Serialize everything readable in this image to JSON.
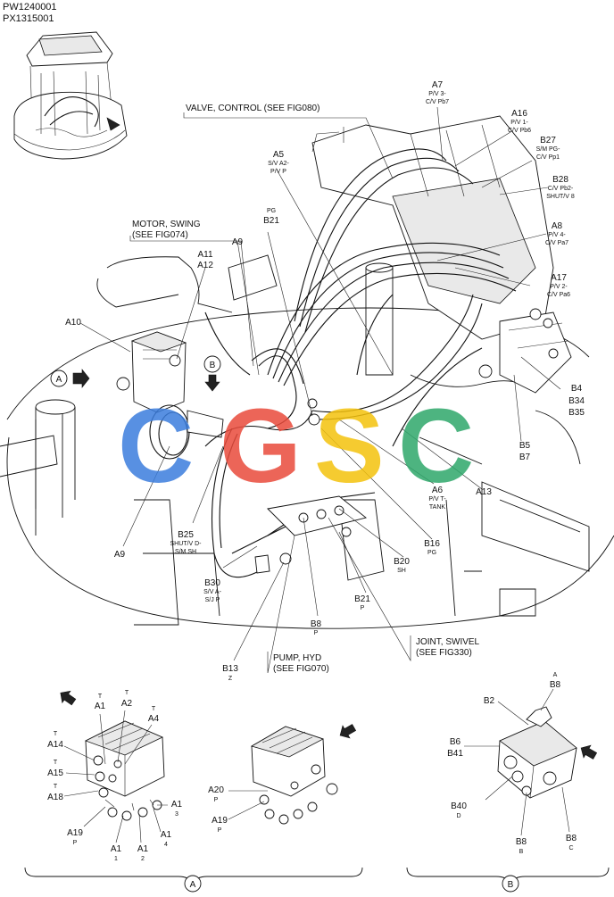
{
  "header": {
    "codes": [
      "PW1240001",
      "PX1315001"
    ]
  },
  "watermark": {
    "letters": [
      "C",
      "G",
      "S",
      "C"
    ],
    "colors": [
      "#3b7ddd",
      "#e94b3c",
      "#f4c20d",
      "#2ea86b"
    ]
  },
  "callouts": {
    "valve_control": "VALVE, CONTROL (SEE FIG080)",
    "motor_swing": [
      "MOTOR, SWING",
      "(SEE FIG074)"
    ],
    "joint_swivel": [
      "JOINT, SWIVEL",
      "(SEE FIG330)"
    ],
    "pump_hyd": [
      "PUMP, HYD",
      "(SEE FIG070)"
    ]
  },
  "labels": {
    "A7": "A7",
    "A7_sub": [
      "P/V 3-",
      "C/V Pb7"
    ],
    "A16": "A16",
    "A16_sub": [
      "P/V 1-",
      "C/V Pb6"
    ],
    "B27": "B27",
    "B27_sub": [
      "S/M PG-",
      "C/V Pp1"
    ],
    "B28": "B28",
    "B28_sub": [
      "C/V Pb2-",
      "SHUT/V 8"
    ],
    "A8": "A8",
    "A8_sub": [
      "P/V 4-",
      "C/V Pa7"
    ],
    "A17": "A17",
    "A17_sub": [
      "P/V 2-",
      "C/V Pa6"
    ],
    "A5": "A5",
    "A5_sub": [
      "S/V A2-",
      "P/V P"
    ],
    "B21_top_sub": "PG",
    "B21_top": "B21",
    "A9_top": "A9",
    "A11": "A11",
    "A12": "A12",
    "A10": "A10",
    "B4": "B4",
    "B34": "B34",
    "B35": "B35",
    "B5": "B5",
    "B7": "B7",
    "A13": "A13",
    "A6": "A6",
    "A6_sub": [
      "P/V T-",
      "TANK"
    ],
    "B16": "B16",
    "B16_sub": "PG",
    "B20": "B20",
    "B20_sub": "SH",
    "B21_mid": "B21",
    "B21_mid_sub": "P",
    "B8_mid": "B8",
    "B8_mid_sub": "P",
    "B25": "B25",
    "B25_sub": [
      "SHUT/V D-",
      "S/M SH"
    ],
    "A9_bot": "A9",
    "B30": "B30",
    "B30_sub": [
      "S/V A-",
      "S/J P"
    ],
    "B13": "B13",
    "B13_sub": "Z",
    "circle_A": "A",
    "circle_B": "B"
  },
  "detail_a": {
    "A1_t": "A1",
    "A1_t_sup": "T",
    "A2": "A2",
    "A2_sup": "T",
    "A4": "A4",
    "A4_sup": "T",
    "A14": "A14",
    "A14_sup": "T",
    "A15": "A15",
    "A15_sup": "T",
    "A18": "A18",
    "A18_sup": "T",
    "A19": "A19",
    "A19_sub": "P",
    "A1_1": "A1",
    "A1_1_sub": "1",
    "A1_2": "A1",
    "A1_2_sub": "2",
    "A1_3": "A1",
    "A1_3_sub": "3",
    "A1_4": "A1",
    "A1_4_sub": "4",
    "A20": "A20",
    "A20_sub": "P",
    "A19b": "A19",
    "A19b_sub": "P",
    "caption": "A"
  },
  "detail_b": {
    "B8_top": "B8",
    "B8_top_sup": "A",
    "B2": "B2",
    "B6": "B6",
    "B41": "B41",
    "B40": "B40",
    "B40_sub": "D",
    "B8_b": "B8",
    "B8_b_sub": "B",
    "B8_c": "B8",
    "B8_c_sub": "C",
    "caption": "B"
  }
}
